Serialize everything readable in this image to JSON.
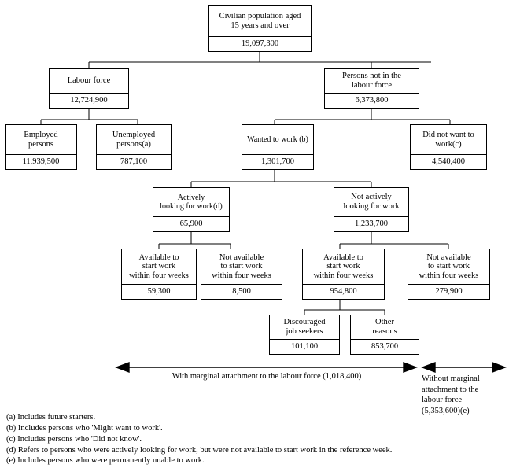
{
  "diagram": {
    "type": "flowchart-tree",
    "title": "Labour force framework",
    "nodes": [
      {
        "id": "civilian-population",
        "label": "Civilian population aged\n15 years and over",
        "value": "19,097,300"
      },
      {
        "id": "labour-force",
        "label": "Labour force",
        "value": "12,724,900"
      },
      {
        "id": "persons-not-in-labour-force",
        "label": "Persons not in the\nlabour force",
        "value": "6,373,800"
      },
      {
        "id": "employed-persons",
        "label": "Employed\npersons",
        "value": "11,939,500"
      },
      {
        "id": "unemployed-persons",
        "label": "Unemployed\npersons(a)",
        "value": "787,100"
      },
      {
        "id": "wanted-to-work",
        "label": "Wanted to work (b)",
        "value": "1,301,700"
      },
      {
        "id": "did-not-want-to-work",
        "label": "Did not want to\nwork(c)",
        "value": "4,540,400"
      },
      {
        "id": "actively-looking",
        "label": "Actively\nlooking for work(d)",
        "value": "65,900"
      },
      {
        "id": "not-actively-looking",
        "label": "Not actively\nlooking for work",
        "value": "1,233,700"
      },
      {
        "id": "available-al",
        "label": "Available to\nstart work\nwithin four weeks",
        "value": "59,300"
      },
      {
        "id": "not-available-al",
        "label": "Not available\nto start work\nwithin four weeks",
        "value": "8,500"
      },
      {
        "id": "available-nal",
        "label": "Available to\nstart work\nwithin four weeks",
        "value": "954,800"
      },
      {
        "id": "not-available-nal",
        "label": "Not available\nto start work\nwithin four weeks",
        "value": "279,900"
      },
      {
        "id": "discouraged-job-seekers",
        "label": "Discouraged\njob seekers",
        "value": "101,100"
      },
      {
        "id": "other-reasons",
        "label": "Other\nreasons",
        "value": "853,700"
      }
    ],
    "annotations": [
      {
        "id": "with-marginal-attachment",
        "text": "With marginal attachment to the labour force (1,018,400)"
      },
      {
        "id": "without-marginal-attachment",
        "text": "Without marginal\nattachment to the\nlabour force\n(5,353,600)(e)"
      }
    ],
    "footnotes": [
      "(a) Includes future starters.",
      "(b) Includes persons who 'Might want to work'.",
      "(c) Includes persons who 'Did not know'.",
      "(d) Refers to persons who were actively looking for work, but were not available to start work in the reference week.",
      "(e) Includes persons who were permanently unable to work."
    ],
    "colors": {
      "border": "#000000",
      "background": "#ffffff",
      "text": "#000000"
    }
  }
}
